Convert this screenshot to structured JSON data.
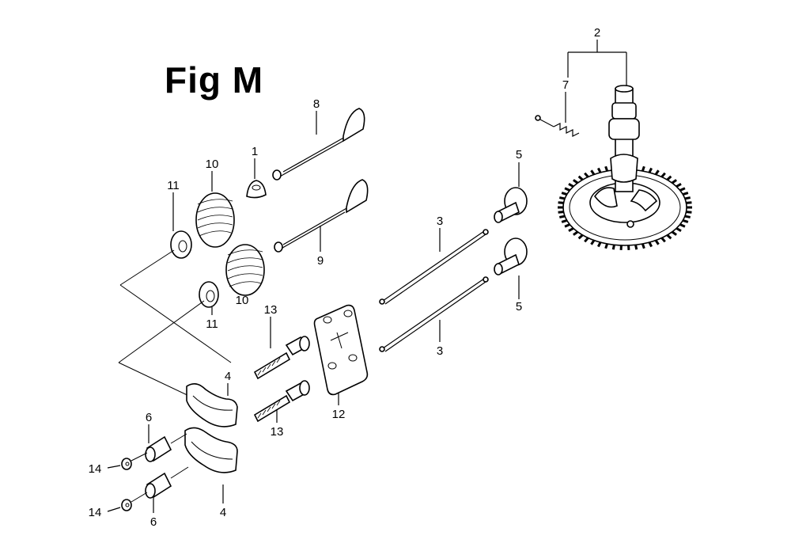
{
  "figure": {
    "title": "Fig M"
  },
  "callouts": {
    "c1": "1",
    "c2": "2",
    "c3a": "3",
    "c3b": "3",
    "c4a": "4",
    "c4b": "4",
    "c5a": "5",
    "c5b": "5",
    "c6a": "6",
    "c6b": "6",
    "c7": "7",
    "c8": "8",
    "c9": "9",
    "c10a": "10",
    "c10b": "10",
    "c11a": "11",
    "c11b": "11",
    "c12": "12",
    "c13a": "13",
    "c13b": "13",
    "c14a": "14",
    "c14b": "14"
  }
}
